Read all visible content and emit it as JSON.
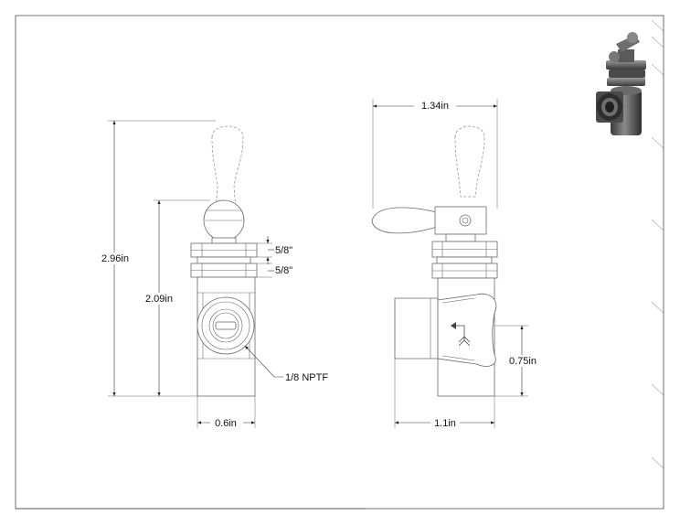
{
  "dimensions": {
    "overall_height": "2.96in",
    "lower_height": "2.09in",
    "hex_nut_upper": "5/8\"",
    "hex_nut_lower": "5/8\"",
    "port_thread": "1/8 NPTF",
    "front_width": "0.6in",
    "handle_span": "1.34in",
    "side_width": "1.1in",
    "port_height": "0.75in"
  },
  "colors": {
    "outline": "#4a4a4a",
    "render_body": "#555555",
    "render_shadow": "#2e2e2e"
  },
  "icons": {
    "flow_symbol": "flow-arrow-icon"
  }
}
